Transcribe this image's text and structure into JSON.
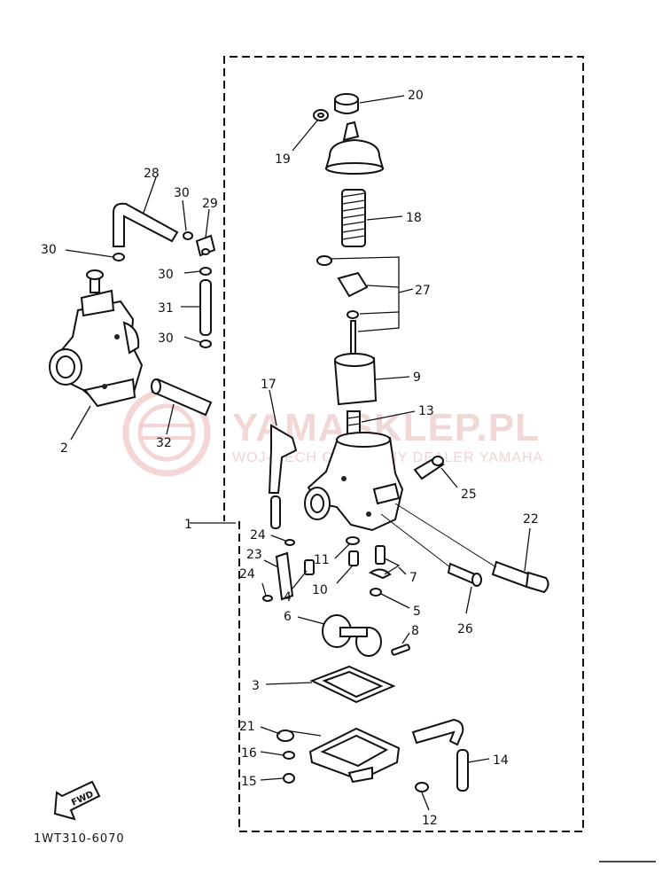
{
  "diagram": {
    "labels": [
      "1",
      "2",
      "3",
      "4",
      "5",
      "6",
      "7",
      "8",
      "9",
      "10",
      "11",
      "12",
      "13",
      "14",
      "15",
      "16",
      "17",
      "18",
      "19",
      "20",
      "21",
      "22",
      "23",
      "24",
      "24",
      "25",
      "26",
      "27",
      "28",
      "29",
      "30",
      "30",
      "30",
      "30",
      "31",
      "32"
    ],
    "drawing_code": "1WT310-6070",
    "fwd_label": "FWD",
    "watermark": {
      "brand": "YAMASKLEP.PL",
      "tagline": "WOJ-MECH OFICJALNY DEALER YAMAHA"
    }
  }
}
